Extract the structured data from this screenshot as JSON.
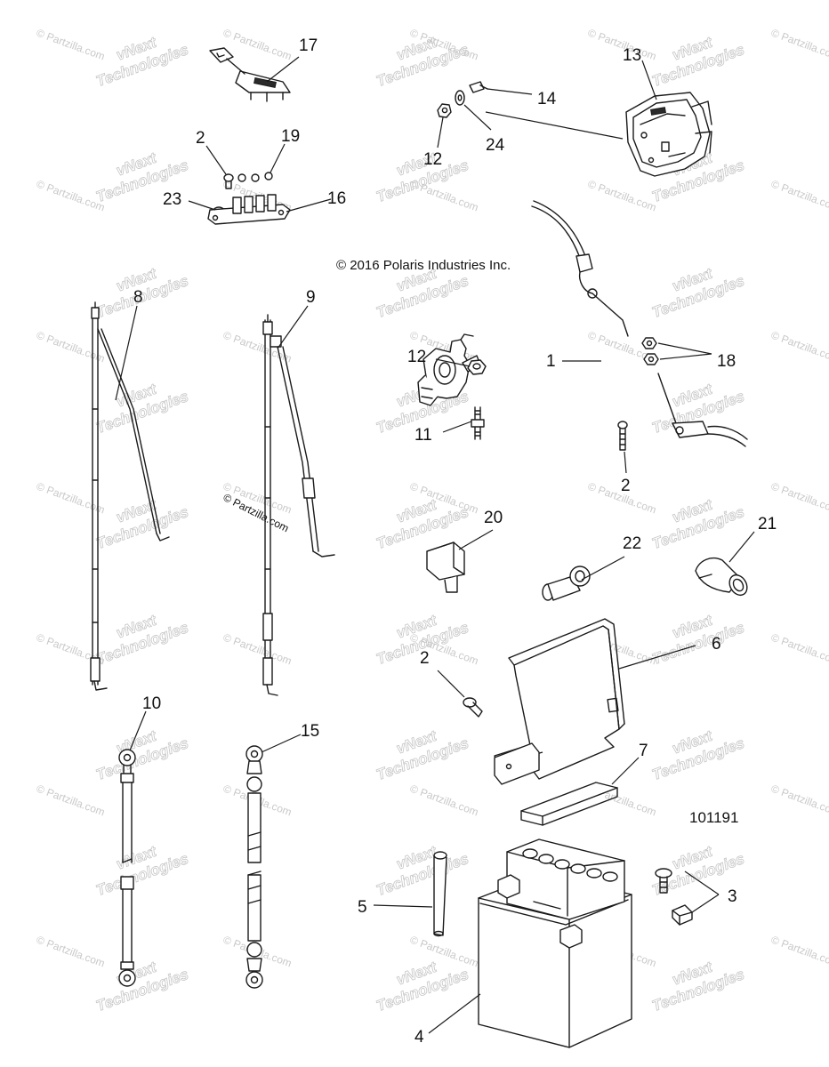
{
  "diagram": {
    "copyright": "© 2016 Polaris Industries Inc.",
    "figure_number": "101191",
    "partzilla_label": "© Partzilla.com",
    "watermarks": {
      "vnext_line1": "vNext",
      "vnext_line2": "Technologies",
      "partzilla": "© Partzilla.com"
    },
    "callouts": [
      {
        "id": "c1",
        "label": "1"
      },
      {
        "id": "c2a",
        "label": "2"
      },
      {
        "id": "c2b",
        "label": "2"
      },
      {
        "id": "c2c",
        "label": "2"
      },
      {
        "id": "c3",
        "label": "3"
      },
      {
        "id": "c4",
        "label": "4"
      },
      {
        "id": "c5",
        "label": "5"
      },
      {
        "id": "c6",
        "label": "6"
      },
      {
        "id": "c7",
        "label": "7"
      },
      {
        "id": "c8",
        "label": "8"
      },
      {
        "id": "c9",
        "label": "9"
      },
      {
        "id": "c10",
        "label": "10"
      },
      {
        "id": "c11",
        "label": "11"
      },
      {
        "id": "c12a",
        "label": "12"
      },
      {
        "id": "c12b",
        "label": "12"
      },
      {
        "id": "c13",
        "label": "13"
      },
      {
        "id": "c14",
        "label": "14"
      },
      {
        "id": "c15",
        "label": "15"
      },
      {
        "id": "c16",
        "label": "16"
      },
      {
        "id": "c17",
        "label": "17"
      },
      {
        "id": "c18",
        "label": "18"
      },
      {
        "id": "c19",
        "label": "19"
      },
      {
        "id": "c20",
        "label": "20"
      },
      {
        "id": "c21",
        "label": "21"
      },
      {
        "id": "c22",
        "label": "22"
      },
      {
        "id": "c23",
        "label": "23"
      },
      {
        "id": "c24",
        "label": "24"
      }
    ]
  }
}
